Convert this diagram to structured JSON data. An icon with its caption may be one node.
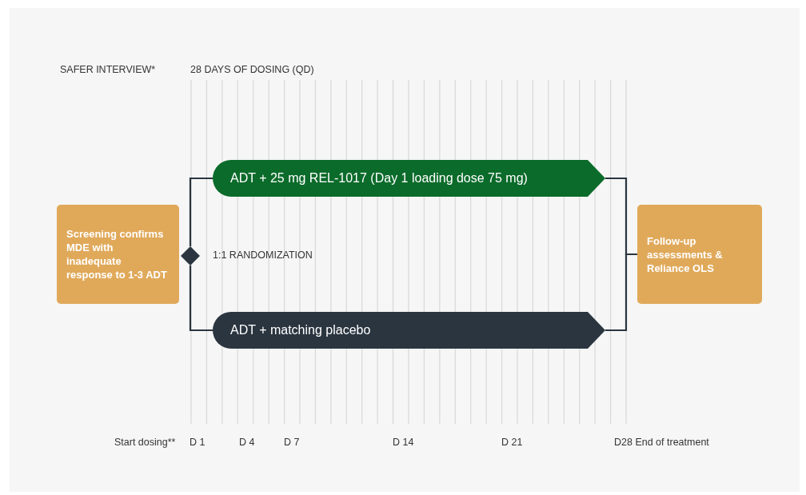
{
  "diagram": {
    "nodes": [
      {
        "text": [
          "Screening confirms MDE with inadequate response to 1-3 ADT"
        ]
      },
      {
        "text": [],
        "shape": "diamond",
        "beside": [
          "1:1 RANDOMIZATION"
        ]
      },
      {
        "text": [
          "ADT + 25 mg REL-1017 (Day 1 loading dose 75 mg)"
        ]
      },
      {
        "text": [
          "ADT + matching placebo"
        ]
      },
      {
        "text": [
          "Follow-up assessments & Reliance OLS"
        ]
      }
    ],
    "edges": [
      {
        "from": 1,
        "to": 2,
        "arrow": "none"
      },
      {
        "from": 1,
        "to": 3,
        "arrow": "none"
      },
      {
        "from": 2,
        "to": 4,
        "arrow": "none"
      },
      {
        "from": 3,
        "to": 4,
        "arrow": "none"
      }
    ],
    "labels": [
      "SAFER INTERVIEW*",
      "28 DAYS OF DOSING (QD)",
      "Start dosing**",
      "D 1",
      "D 4",
      "D 7",
      "D 14",
      "D 21",
      "D28 End of treatment"
    ]
  }
}
